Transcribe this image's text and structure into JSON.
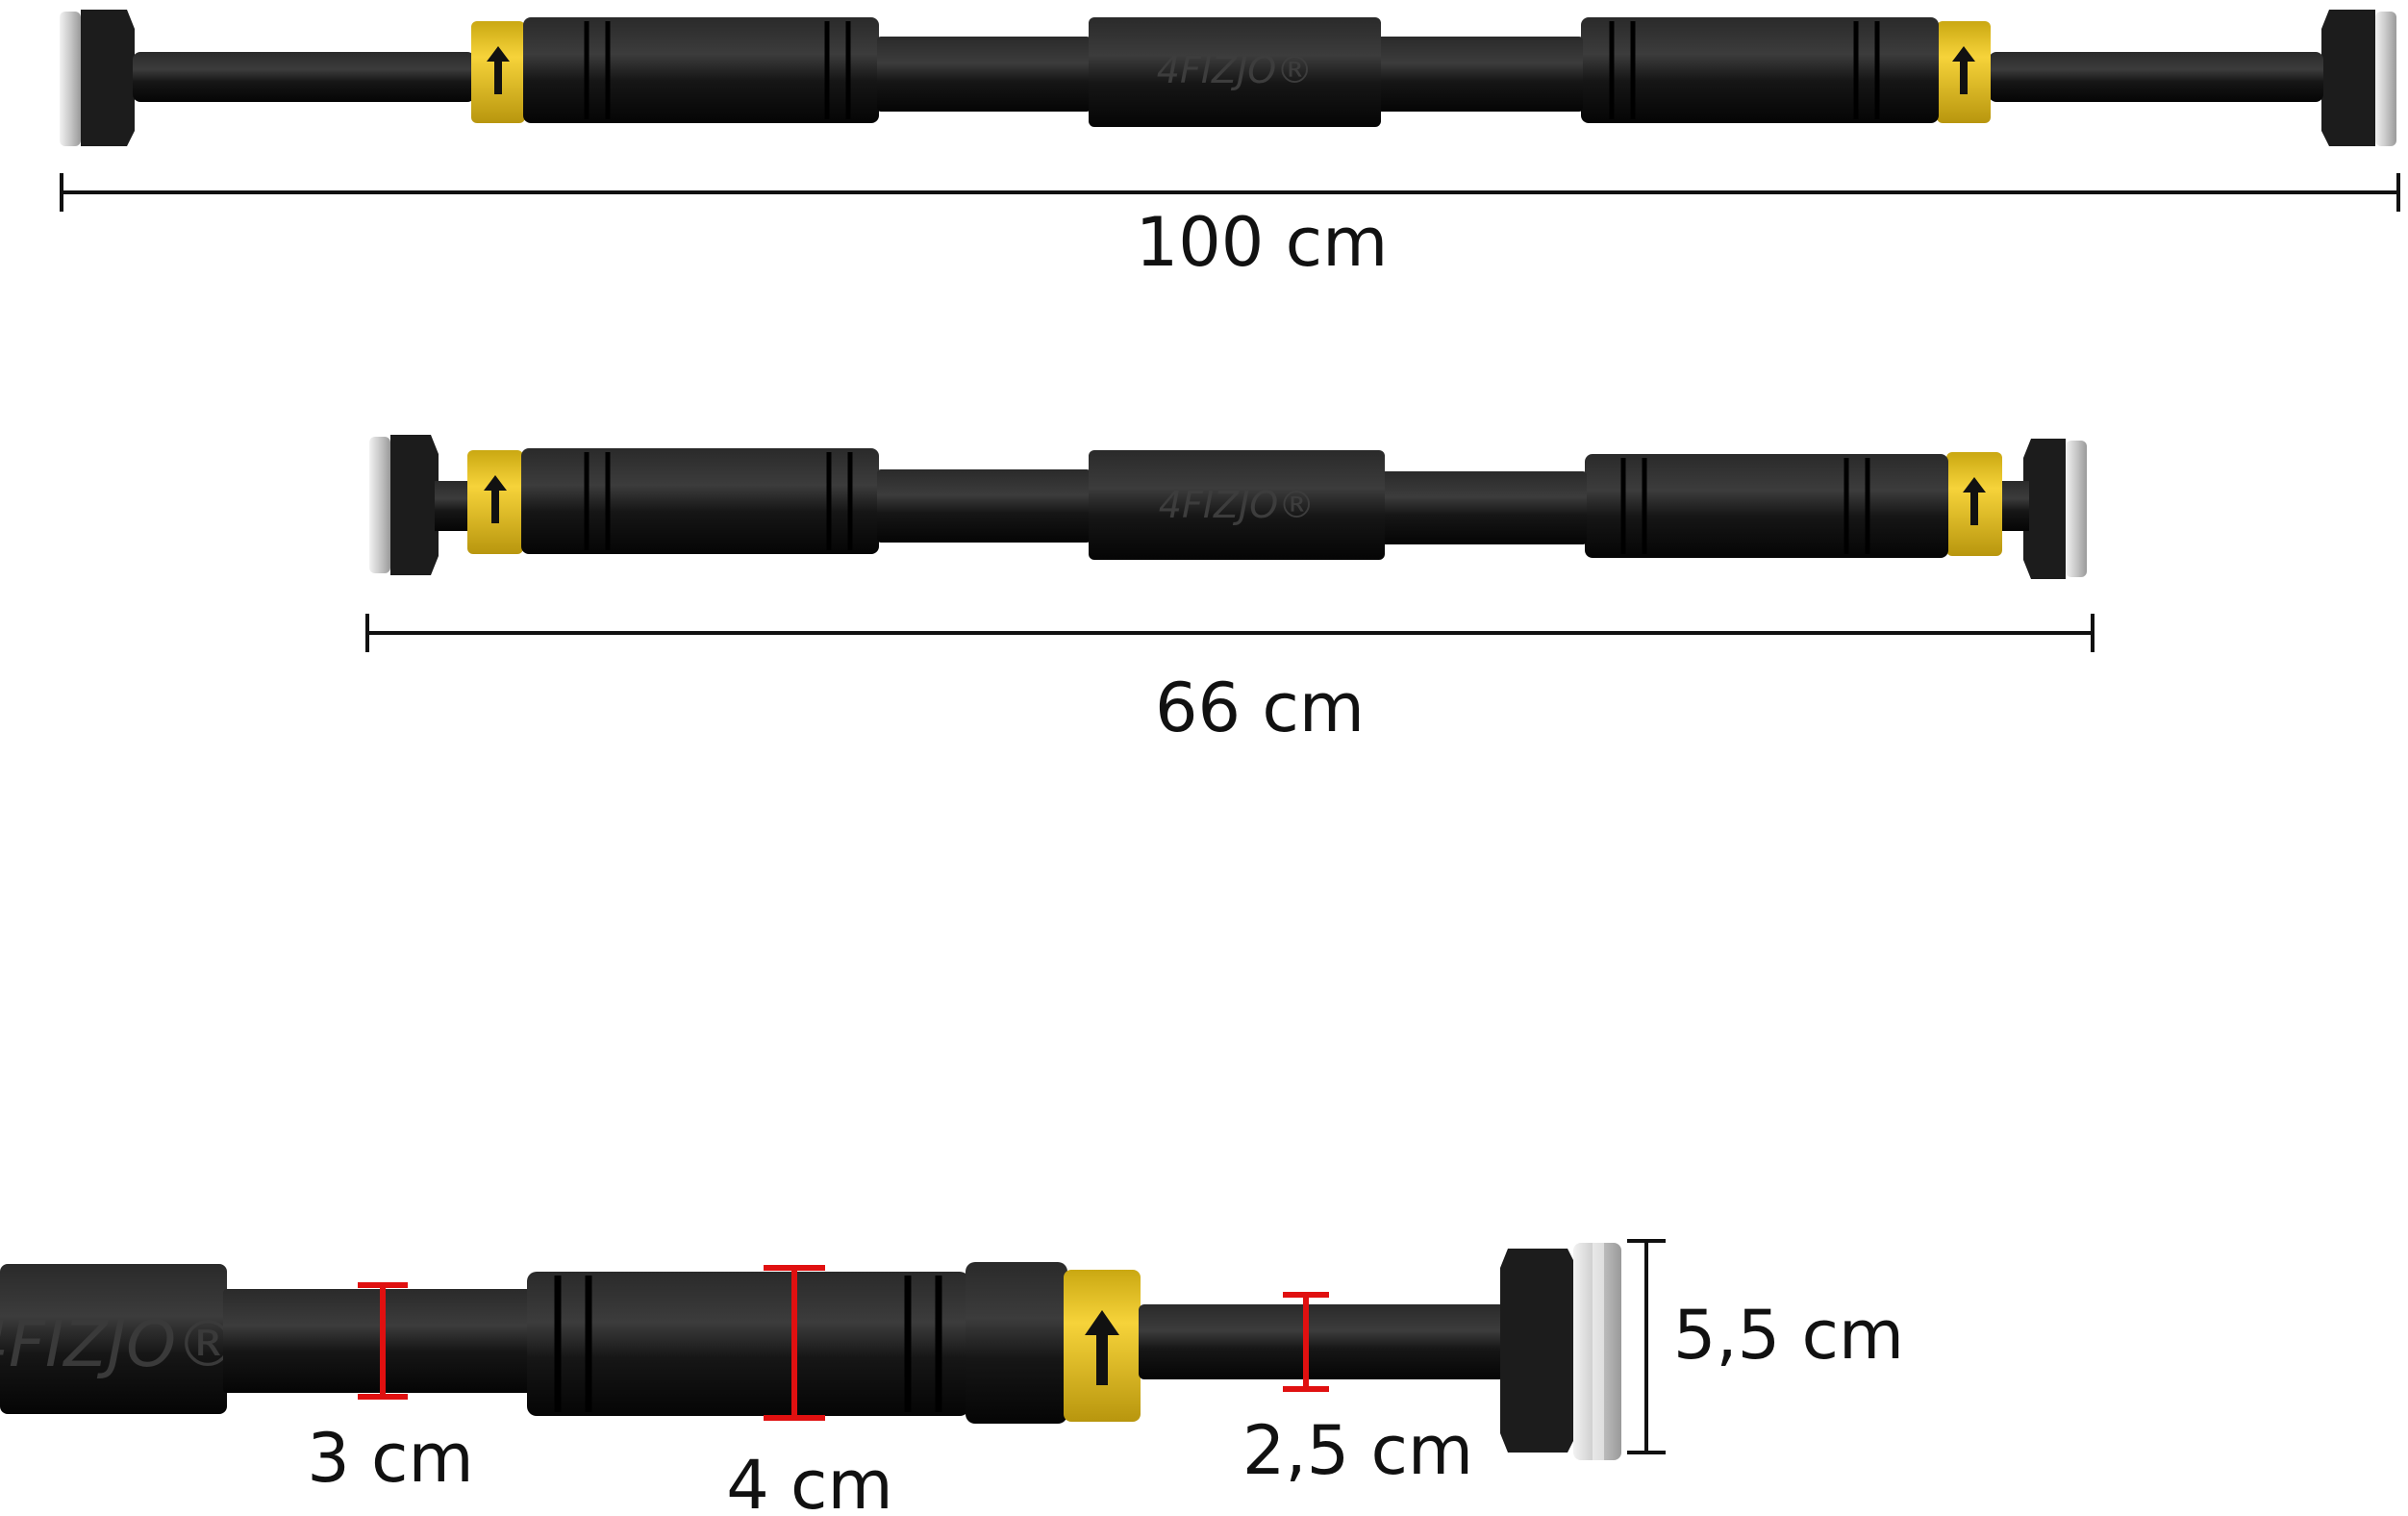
{
  "brand": {
    "logo_text": "4FIZJO®"
  },
  "colors": {
    "background": "#ffffff",
    "bar_black": "#141414",
    "bar_highlight": "#3a3a3a",
    "yellow_band": "#f2cc1e",
    "end_cap_clear": "#dcdcdc",
    "dimension_line": "#111111",
    "detail_marker": "#e01010"
  },
  "dimensions": {
    "extended_length": "100 cm",
    "retracted_length": "66 cm",
    "end_cap_height": "5,5 cm"
  },
  "details": {
    "grip_tube": "3 cm",
    "middle_section": "4 cm",
    "end_rod": "2,5 cm"
  }
}
